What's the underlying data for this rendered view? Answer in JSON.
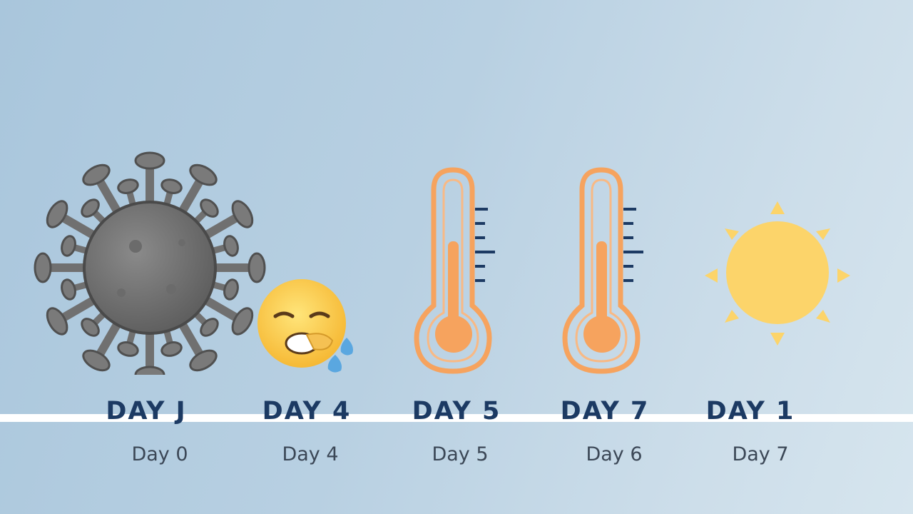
{
  "timeline": {
    "entries": [
      {
        "heading": "DAY J",
        "label": "Day 0",
        "icon": "virus-icon"
      },
      {
        "heading": "DAY 4",
        "label": "Day 4",
        "icon": "sneezing-face-icon"
      },
      {
        "heading": "DAY 5",
        "label": "Day 5",
        "icon": "thermometer-icon"
      },
      {
        "heading": "DAY 7",
        "label": "Day 6",
        "icon": "thermometer-icon"
      },
      {
        "heading": "DAY 1",
        "label": "Day 7",
        "icon": "sun-icon"
      }
    ]
  },
  "colors": {
    "heading_text": "#1c3a63",
    "label_text": "#3b4756",
    "timeline_line": "#ffffff",
    "thermometer": "#f6a35e",
    "sun": "#fcd46a",
    "virus": "#7a7a7a"
  }
}
